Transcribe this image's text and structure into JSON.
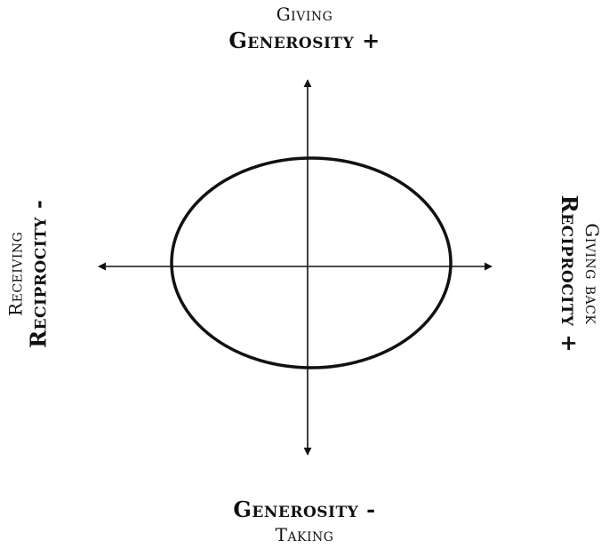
{
  "top": {
    "sub": "Giving",
    "main": "Generosity +"
  },
  "bottom": {
    "main": "Generosity -",
    "sub": "Taking"
  },
  "left": {
    "sub": "Receiving",
    "main": "Reciprocity -"
  },
  "right": {
    "main": "Reciprocity +",
    "sub": "Giving back"
  },
  "colors": {
    "stroke": "#111111",
    "background": "#ffffff"
  }
}
